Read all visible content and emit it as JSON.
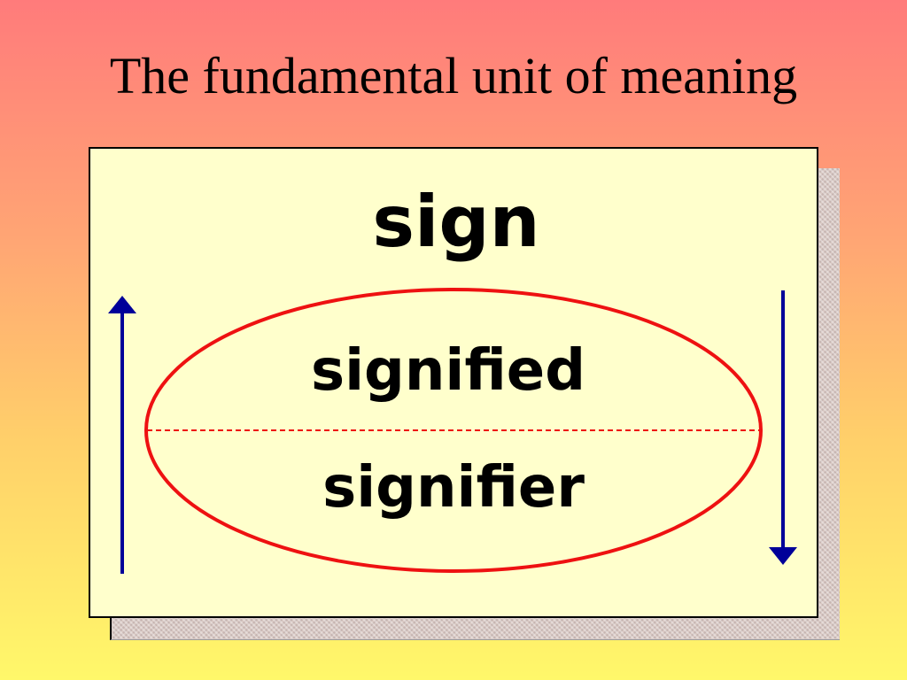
{
  "slide": {
    "title": "The fundamental unit of meaning"
  },
  "diagram": {
    "heading": "sign",
    "upper_label": "signified",
    "lower_label": "signifier",
    "colors": {
      "ellipse": "#ee1111",
      "arrows": "#000099",
      "card_fill": "#ffffcc"
    },
    "icons": [
      "up-arrow-icon",
      "down-arrow-icon"
    ]
  }
}
